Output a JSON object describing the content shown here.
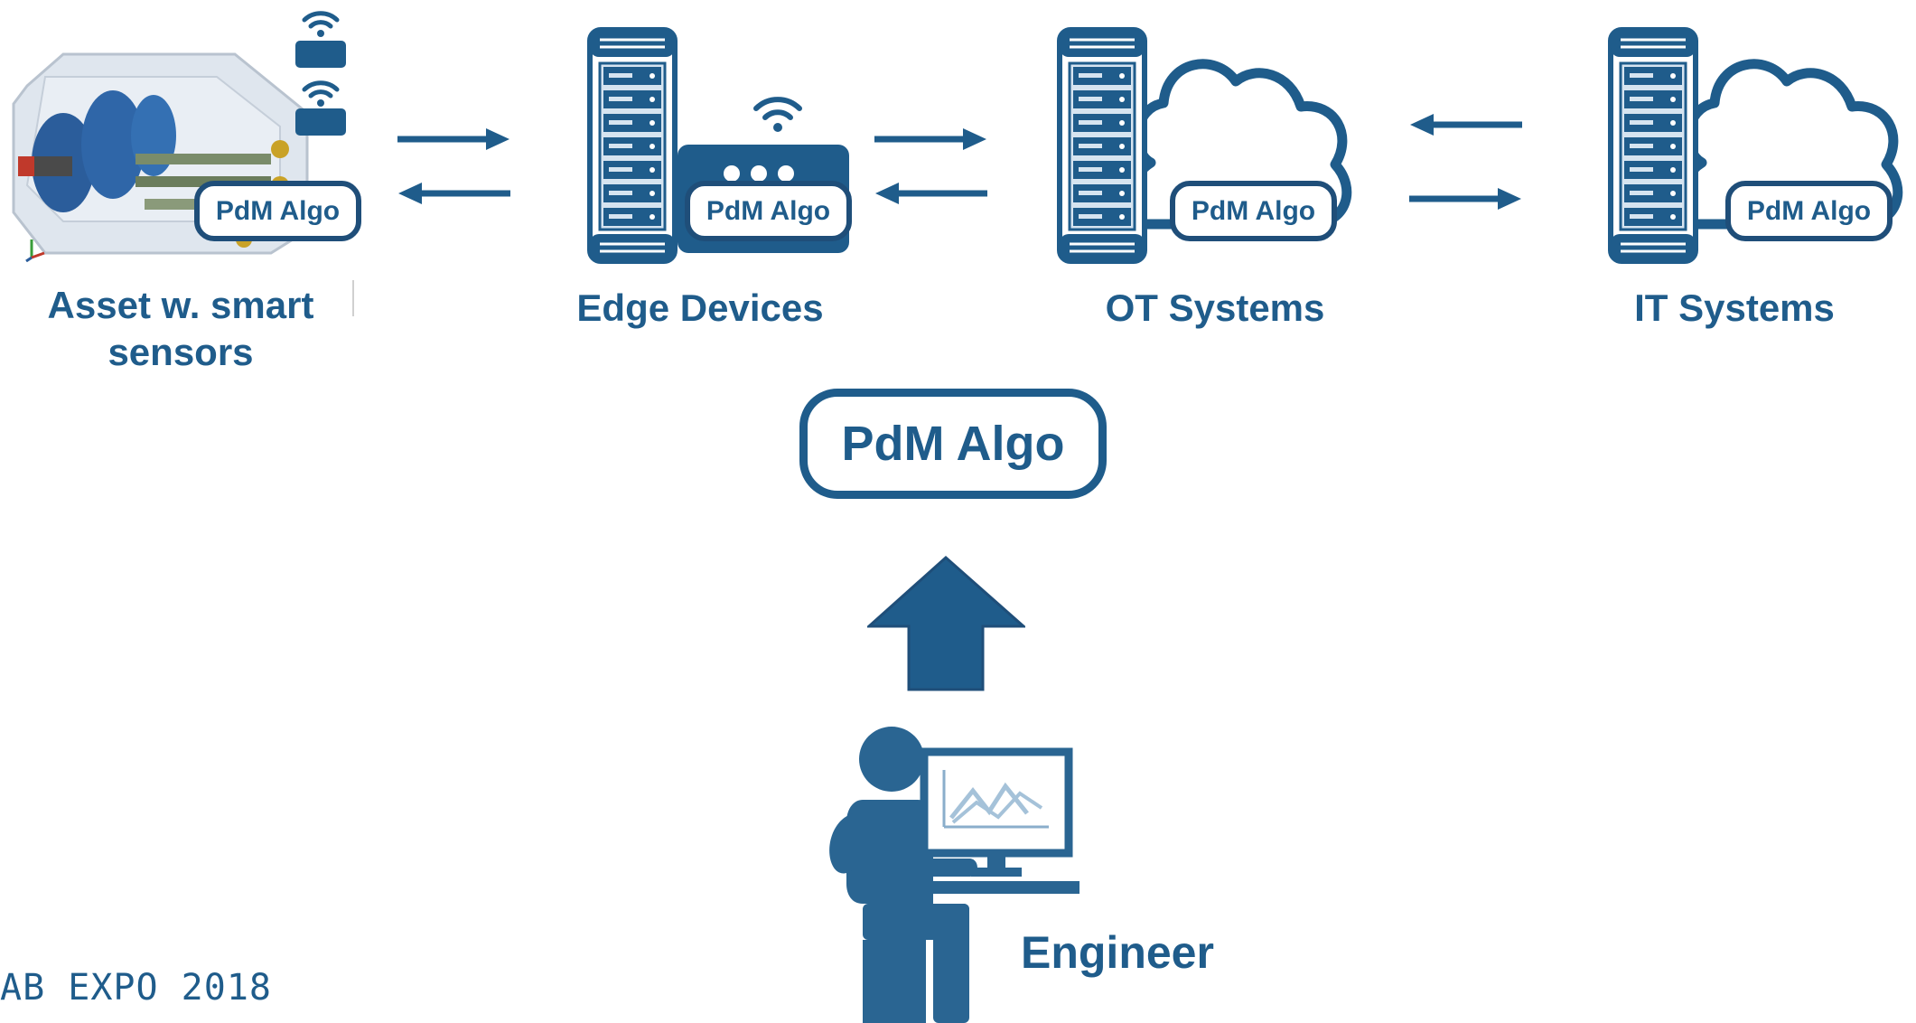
{
  "colors": {
    "primary": "#1f5c8b",
    "dark": "#1f4e79",
    "light": "#d6e4f0"
  },
  "nodes": {
    "asset": {
      "label": "Asset w. smart sensors",
      "badge": "PdM Algo",
      "icons": [
        "wifi-icon",
        "sensor-icon",
        "gearbox-icon"
      ]
    },
    "edge": {
      "label": "Edge Devices",
      "badge": "PdM Algo",
      "icons": [
        "server-icon",
        "router-icon",
        "wifi-icon"
      ]
    },
    "ot": {
      "label": "OT Systems",
      "badge": "PdM Algo",
      "icons": [
        "server-icon",
        "cloud-icon"
      ]
    },
    "it": {
      "label": "IT Systems",
      "badge": "PdM Algo",
      "icons": [
        "server-icon",
        "cloud-icon"
      ]
    }
  },
  "center": {
    "label": "PdM Algo",
    "icon": "up-arrow-icon"
  },
  "engineer": {
    "label": "Engineer",
    "icon": "engineer-at-computer-icon"
  },
  "footer": {
    "text": "AB EXPO 2018"
  }
}
